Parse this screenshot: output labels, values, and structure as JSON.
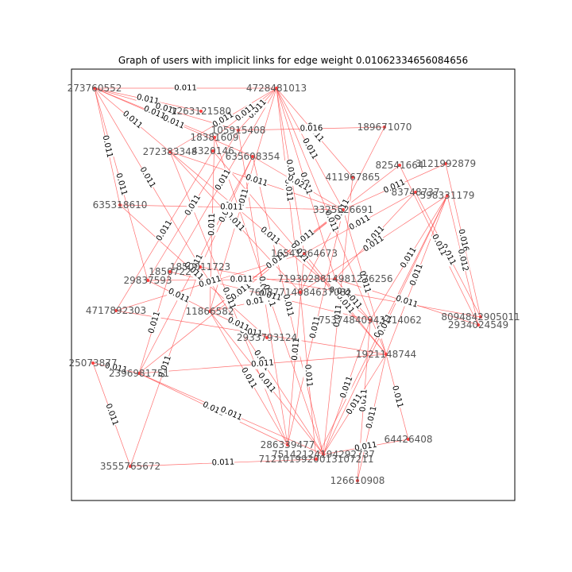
{
  "title": "Graph of users with implicit links for edge weight 0.01062334656084656",
  "colors": {
    "edge": "#ff4040",
    "node_text": "#555555",
    "title": "#000000"
  },
  "nodes": [
    {
      "id": "n1",
      "label": "273760552"
    },
    {
      "id": "n2",
      "label": "4728481013"
    },
    {
      "id": "n3",
      "label": "1263121580"
    },
    {
      "id": "n4",
      "label": "105915408"
    },
    {
      "id": "n5",
      "label": "189671070"
    },
    {
      "id": "n6",
      "label": "18381609"
    },
    {
      "id": "n7",
      "label": "272383348"
    },
    {
      "id": "n8",
      "label": "4320146"
    },
    {
      "id": "n9",
      "label": "635608354"
    },
    {
      "id": "n10",
      "label": "82541664"
    },
    {
      "id": "n11",
      "label": "3121992879"
    },
    {
      "id": "n12",
      "label": "411967865"
    },
    {
      "id": "n13",
      "label": "83748737"
    },
    {
      "id": "n14",
      "label": "598331179"
    },
    {
      "id": "n15",
      "label": "635318610"
    },
    {
      "id": "n16",
      "label": "3325526691"
    },
    {
      "id": "n17",
      "label": "16541364673"
    },
    {
      "id": "n18",
      "label": "1850011723"
    },
    {
      "id": "n19",
      "label": "1850722"
    },
    {
      "id": "n20",
      "label": "29837593"
    },
    {
      "id": "n21",
      "label": "7193028814981276256"
    },
    {
      "id": "n22",
      "label": "76087714084637081"
    },
    {
      "id": "n23",
      "label": "4717892303"
    },
    {
      "id": "n24",
      "label": "11866582"
    },
    {
      "id": "n25",
      "label": "8094842905011"
    },
    {
      "id": "n26",
      "label": "2934024549"
    },
    {
      "id": "n27",
      "label": "75374840943414062"
    },
    {
      "id": "n28",
      "label": "2933793124"
    },
    {
      "id": "n29",
      "label": "1921148744"
    },
    {
      "id": "n30",
      "label": "25073877"
    },
    {
      "id": "n31",
      "label": "2396981751"
    },
    {
      "id": "n32",
      "label": "286339477"
    },
    {
      "id": "n33",
      "label": "75142124194292737"
    },
    {
      "id": "n34",
      "label": "7121019920013107211"
    },
    {
      "id": "n35",
      "label": "64426408"
    },
    {
      "id": "n36",
      "label": "3555765672"
    },
    {
      "id": "n37",
      "label": "126610908"
    }
  ],
  "edges": [
    {
      "from": "n1",
      "to": "n2",
      "label": "0.011"
    },
    {
      "from": "n1",
      "to": "n3",
      "label": "0.011"
    },
    {
      "from": "n1",
      "to": "n4",
      "label": "0.011"
    },
    {
      "from": "n1",
      "to": "n6",
      "label": "0.011"
    },
    {
      "from": "n1",
      "to": "n15",
      "label": "0.011"
    },
    {
      "from": "n1",
      "to": "n20",
      "label": "0.011"
    },
    {
      "from": "n1",
      "to": "n18",
      "label": "0.011"
    },
    {
      "from": "n1",
      "to": "n7",
      "label": "0.011"
    },
    {
      "from": "n1",
      "to": "n9",
      "label": "0.011"
    },
    {
      "from": "n2",
      "to": "n4",
      "label": "0.011"
    },
    {
      "from": "n2",
      "to": "n6",
      "label": "0.011"
    },
    {
      "from": "n2",
      "to": "n7",
      "label": "0.011"
    },
    {
      "from": "n2",
      "to": "n16",
      "label": "0.011"
    },
    {
      "from": "n2",
      "to": "n12",
      "label": "0.011"
    },
    {
      "from": "n2",
      "to": "n17",
      "label": "0.011"
    },
    {
      "from": "n2",
      "to": "n19",
      "label": "0.011"
    },
    {
      "from": "n2",
      "to": "n24",
      "label": "0.011"
    },
    {
      "from": "n2",
      "to": "n21",
      "label": "0.011"
    },
    {
      "from": "n2",
      "to": "n29",
      "label": "0.011"
    },
    {
      "from": "n2",
      "to": "n22",
      "label": "0.011"
    },
    {
      "from": "n4",
      "to": "n5",
      "label": "0.016"
    },
    {
      "from": "n4",
      "to": "n32",
      "label": "0.011"
    },
    {
      "from": "n4",
      "to": "n20",
      "label": "0.011"
    },
    {
      "from": "n6",
      "to": "n24",
      "label": "0.011"
    },
    {
      "from": "n6",
      "to": "n33",
      "label": "0.011"
    },
    {
      "from": "n7",
      "to": "n27",
      "label": "0.011"
    },
    {
      "from": "n7",
      "to": "n22",
      "label": "0.011"
    },
    {
      "from": "n7",
      "to": "n16",
      "label": "0.011"
    },
    {
      "from": "n7",
      "to": "n32",
      "label": "0.011"
    },
    {
      "from": "n8",
      "to": "n23",
      "label": "0.011"
    },
    {
      "from": "n8",
      "to": "n29",
      "label": "0.011"
    },
    {
      "from": "n9",
      "to": "n16",
      "label": "0.021"
    },
    {
      "from": "n9",
      "to": "n31",
      "label": "0.011"
    },
    {
      "from": "n9",
      "to": "n33",
      "label": "0.011"
    },
    {
      "from": "n9",
      "to": "n18",
      "label": "0.011"
    },
    {
      "from": "n5",
      "to": "n22",
      "label": "0.011"
    },
    {
      "from": "n10",
      "to": "n24",
      "label": "0.011"
    },
    {
      "from": "n11",
      "to": "n25",
      "label": "0.016"
    },
    {
      "from": "n11",
      "to": "n16",
      "label": "0.011"
    },
    {
      "from": "n12",
      "to": "n33",
      "label": "0.011"
    },
    {
      "from": "n13",
      "to": "n17",
      "label": "0.011"
    },
    {
      "from": "n13",
      "to": "n21",
      "label": "0.011"
    },
    {
      "from": "n14",
      "to": "n26",
      "label": "0.012"
    },
    {
      "from": "n14",
      "to": "n34",
      "label": "0.011"
    },
    {
      "from": "n14",
      "to": "n27",
      "label": "0.011"
    },
    {
      "from": "n14",
      "to": "n29",
      "label": "0.011"
    },
    {
      "from": "n14",
      "to": "n22",
      "label": "0.011"
    },
    {
      "from": "n15",
      "to": "n16",
      "label": "0.011"
    },
    {
      "from": "n15",
      "to": "n28",
      "label": "0.011"
    },
    {
      "from": "n16",
      "to": "n29",
      "label": "0.011"
    },
    {
      "from": "n16",
      "to": "n24",
      "label": "0.011"
    },
    {
      "from": "n16",
      "to": "n31",
      "label": "0.011"
    },
    {
      "from": "n16",
      "to": "n32",
      "label": "0.011"
    },
    {
      "from": "n17",
      "to": "n23",
      "label": "0.011"
    },
    {
      "from": "n17",
      "to": "n32",
      "label": "0.011"
    },
    {
      "from": "n17",
      "to": "n29",
      "label": "0.011"
    },
    {
      "from": "n18",
      "to": "n25",
      "label": "0.011"
    },
    {
      "from": "n18",
      "to": "n33",
      "label": "0.011"
    },
    {
      "from": "n19",
      "to": "n31",
      "label": "0.011"
    },
    {
      "from": "n19",
      "to": "n27",
      "label": "0.011"
    },
    {
      "from": "n20",
      "to": "n21",
      "label": "0.011"
    },
    {
      "from": "n20",
      "to": "n24",
      "label": "0.011"
    },
    {
      "from": "n21",
      "to": "n27",
      "label": "0.011"
    },
    {
      "from": "n21",
      "to": "n26",
      "label": "0.011"
    },
    {
      "from": "n22",
      "to": "n34",
      "label": "0.011"
    },
    {
      "from": "n22",
      "to": "n24",
      "label": "0.01"
    },
    {
      "from": "n23",
      "to": "n29",
      "label": "0.011"
    },
    {
      "from": "n24",
      "to": "n28",
      "label": "0.011"
    },
    {
      "from": "n24",
      "to": "n33",
      "label": "0.011"
    },
    {
      "from": "n24",
      "to": "n32",
      "label": "0.011"
    },
    {
      "from": "n27",
      "to": "n33",
      "label": "0.011"
    },
    {
      "from": "n27",
      "to": "n37",
      "label": "0.011"
    },
    {
      "from": "n29",
      "to": "n31",
      "label": "0.011"
    },
    {
      "from": "n29",
      "to": "n35",
      "label": "0.011"
    },
    {
      "from": "n29",
      "to": "n33",
      "label": "0.011"
    },
    {
      "from": "n29",
      "to": "n37",
      "label": "0.011"
    },
    {
      "from": "n30",
      "to": "n36",
      "label": "0.011"
    },
    {
      "from": "n30",
      "to": "n31",
      "label": "0.011"
    },
    {
      "from": "n31",
      "to": "n32",
      "label": "0.011"
    },
    {
      "from": "n31",
      "to": "n33",
      "label": "0.011"
    },
    {
      "from": "n36",
      "to": "n34",
      "label": "0.011"
    },
    {
      "from": "n36",
      "to": "n18",
      "label": "0.011"
    },
    {
      "from": "n33",
      "to": "n35",
      "label": "0.011"
    },
    {
      "from": "n33",
      "to": "n14",
      "label": "0.011"
    },
    {
      "from": "n25",
      "to": "n13",
      "label": "0.011"
    },
    {
      "from": "n26",
      "to": "n10",
      "label": "0.011"
    }
  ]
}
